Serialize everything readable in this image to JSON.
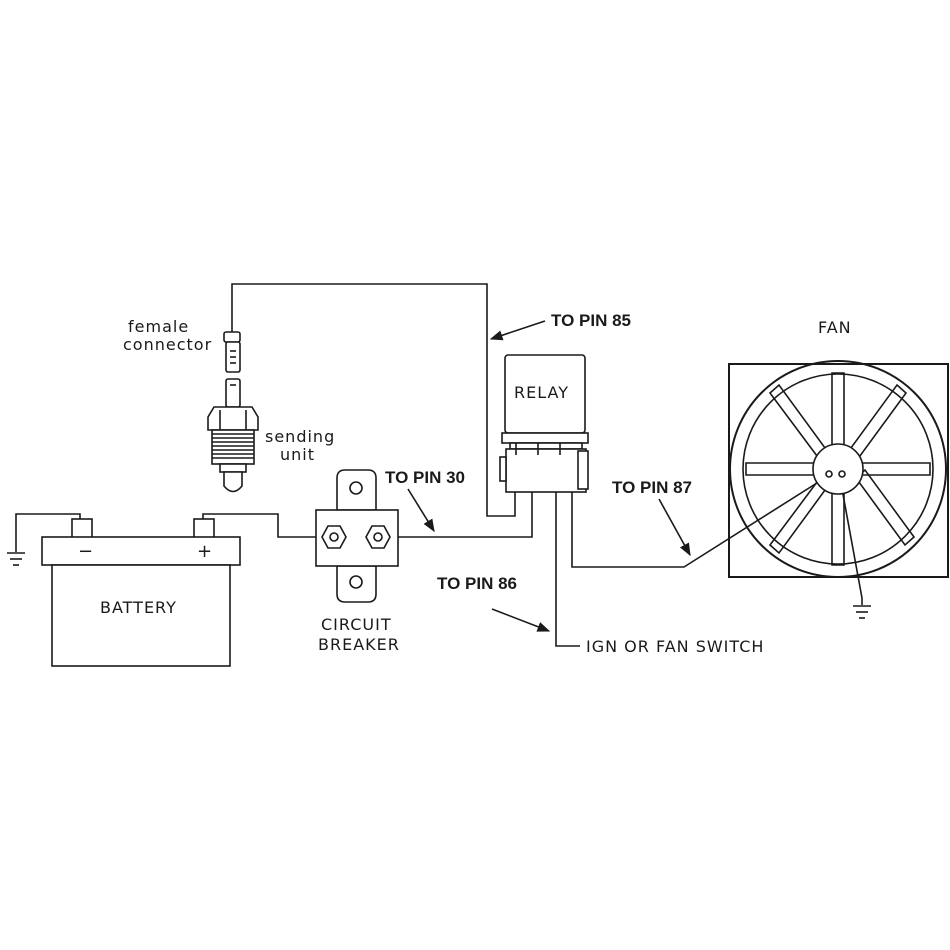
{
  "labels": {
    "female_connector_line1": "female",
    "female_connector_line2": "connector",
    "sending_unit_line1": "sending",
    "sending_unit_line2": "unit",
    "battery": "BATTERY",
    "battery_minus": "−",
    "battery_plus": "+",
    "circuit_breaker_line1": "CIRCUIT",
    "circuit_breaker_line2": "BREAKER",
    "relay": "RELAY",
    "fan": "FAN",
    "pin85": "TO PIN 85",
    "pin30": "TO PIN 30",
    "pin87": "TO PIN 87",
    "pin86": "TO PIN 86",
    "ign_switch": "IGN OR FAN SWITCH"
  },
  "icons": [
    "ground-symbol",
    "arrow-head",
    "fan-blade",
    "terminal-nut"
  ],
  "colors": {
    "ink": "#1a1a1a",
    "background": "#ffffff"
  }
}
